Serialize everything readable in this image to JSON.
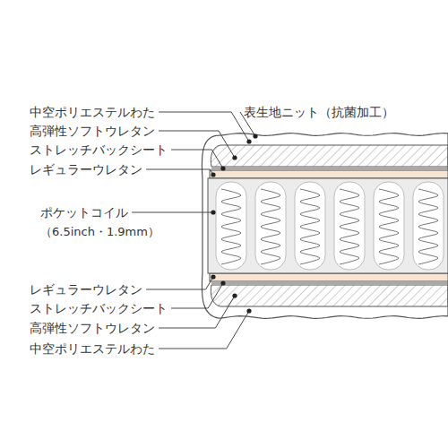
{
  "diagram": {
    "labels": [
      "中空ポリエステルわた",
      "高弾性ソフトウレタン",
      "ストレッチバックシート",
      "レギュラーウレタン",
      "表生地ニット（抗菌加工）",
      "ポケットコイル",
      "（6.5inch・1.9mm）",
      "レギュラーウレタン",
      "ストレッチバックシート",
      "高弾性ソフトウレタン",
      "中空ポリエステルわた"
    ]
  }
}
